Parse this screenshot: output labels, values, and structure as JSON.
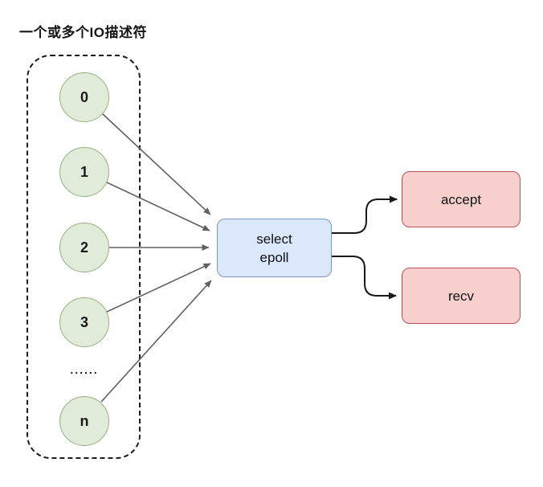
{
  "title": "一个或多个IO描述符",
  "descriptor_group": {
    "items": [
      "0",
      "1",
      "2",
      "3",
      "n"
    ],
    "ellipsis": "......"
  },
  "multiplexer": {
    "lines": [
      "select",
      "epoll"
    ]
  },
  "handlers": {
    "accept": "accept",
    "recv": "recv"
  },
  "icons": {
    "arrows_from_descriptors": "arrow-right-gray",
    "arrows_to_handlers": "elbow-arrow-black"
  },
  "colors": {
    "background": "#ffffff",
    "descriptor_fill": "#e0ebd9",
    "descriptor_border": "#94b27c",
    "mux_fill": "#dbe8fb",
    "mux_border": "#7a96c2",
    "handler_fill": "#f7d0cd",
    "handler_border": "#b85450",
    "arrow_gray": "#616161",
    "arrow_black": "#191919",
    "dashed_border": "#1c1c1c",
    "text": "#111111"
  }
}
